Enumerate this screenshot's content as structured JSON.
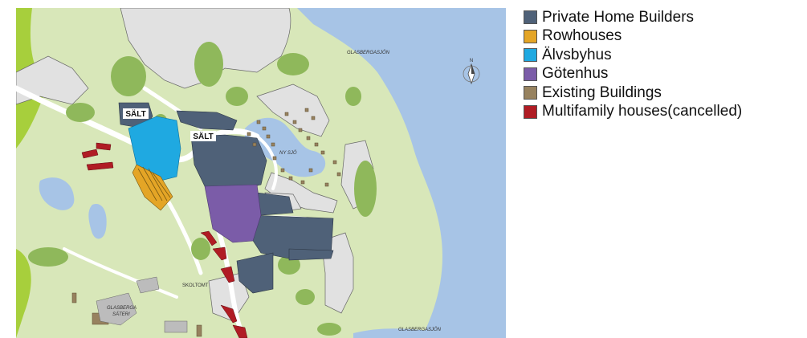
{
  "legend": {
    "items": [
      {
        "label": "Private Home Builders",
        "color": "#4f6178"
      },
      {
        "label": "Rowhouses",
        "color": "#e4a526"
      },
      {
        "label": "Älvsbyhus",
        "color": "#1fa9e1"
      },
      {
        "label": "Götenhus",
        "color": "#7b5ca8"
      },
      {
        "label": "Existing Buildings",
        "color": "#97825f"
      },
      {
        "label": "Multifamily houses(cancelled)",
        "color": "#b01c24"
      }
    ]
  },
  "map": {
    "labels": {
      "salt_1": "SÄLT",
      "salt_2": "SÄLT",
      "ny_sjo": "NY SJÖ",
      "lake_top": "GLASBERGASJÖN",
      "lake_bottom": "GLASBERGASJÖN",
      "skoltomt": "SKOLTOMT",
      "glasberga_line1": "GLASBERGA",
      "glasberga_line2": "SÄTERI",
      "north": "N"
    },
    "colors": {
      "water": "#a7c4e6",
      "grass": "#d8e7b9",
      "green_lime": "#a7cf3c",
      "trees": "#8fb85b",
      "road": "#ffffff",
      "plot_empty": "#e1e1e1"
    }
  }
}
